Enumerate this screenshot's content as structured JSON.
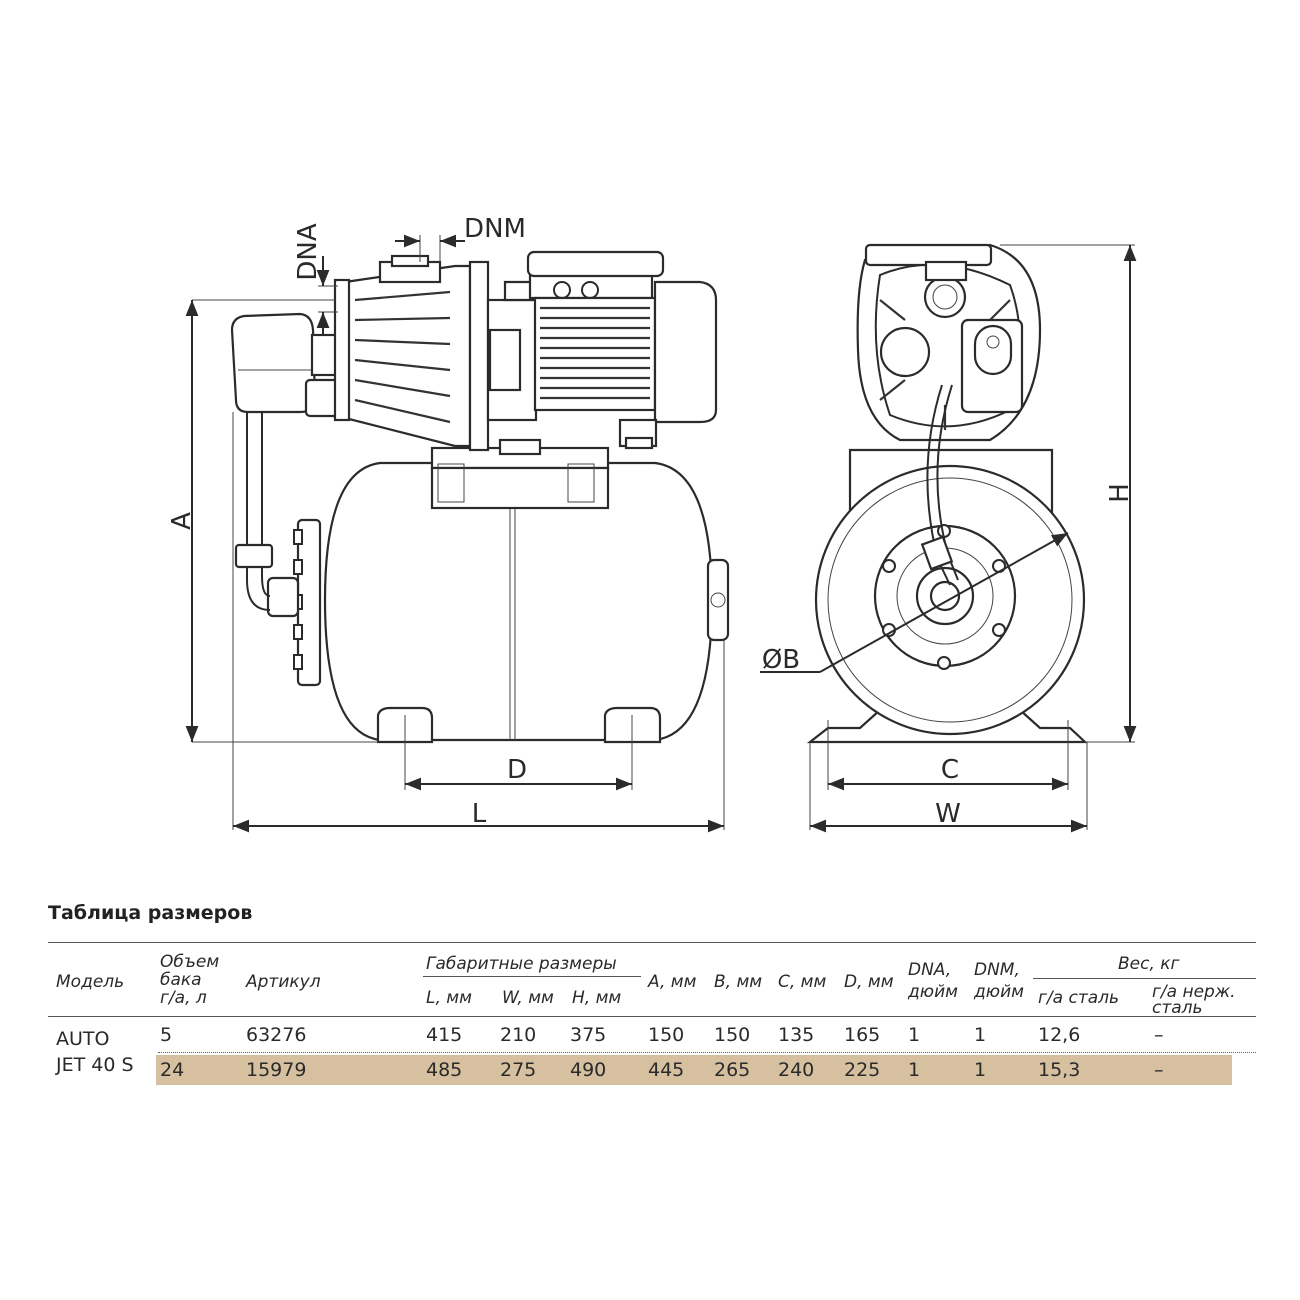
{
  "drawing": {
    "labels": {
      "dna": "DNA",
      "dnm": "DNM",
      "a": "A",
      "h": "H",
      "d": "D",
      "l": "L",
      "c": "C",
      "w": "W",
      "b": "ØB"
    }
  },
  "table": {
    "title": "Таблица размеров",
    "headers": {
      "model": "Модель",
      "tank": [
        "Объем",
        "бака",
        "г/а, л"
      ],
      "article": "Артикул",
      "overall": "Габаритные размеры",
      "l": "L, мм",
      "w": "W, мм",
      "h": "H, мм",
      "a": "A, мм",
      "b": "B, мм",
      "c": "C, мм",
      "d": "D, мм",
      "dna": [
        "DNA,",
        "дюйм"
      ],
      "dnm": [
        "DNM,",
        "дюйм"
      ],
      "weight": "Вес, кг",
      "weight_steel": "г/а сталь",
      "weight_stainless": [
        "г/а нерж.",
        "сталь"
      ]
    },
    "model": [
      "AUTO",
      "JET 40 S"
    ],
    "rows": [
      {
        "tank": "5",
        "article": "63276",
        "l": "415",
        "w": "210",
        "h": "375",
        "a": "150",
        "b": "150",
        "c": "135",
        "d": "165",
        "dna": "1",
        "dnm": "1",
        "weight_steel": "12,6",
        "weight_stainless": "–"
      },
      {
        "tank": "24",
        "article": "15979",
        "l": "485",
        "w": "275",
        "h": "490",
        "a": "445",
        "b": "265",
        "c": "240",
        "d": "225",
        "dna": "1",
        "dnm": "1",
        "weight_steel": "15,3",
        "weight_stainless": "–"
      }
    ],
    "highlight_color": "#d6c0a0"
  }
}
